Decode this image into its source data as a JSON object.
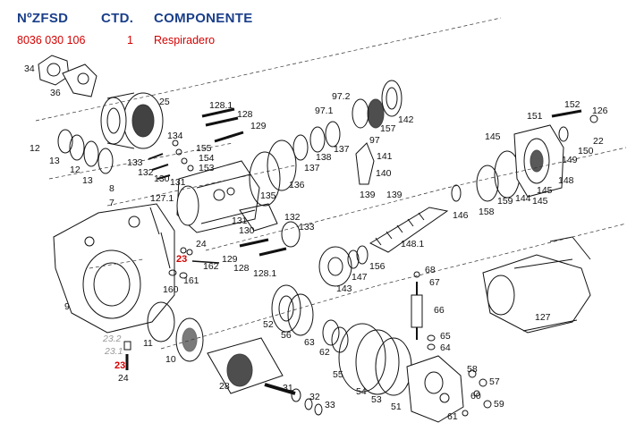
{
  "header": {
    "col_code": "NºZFSD",
    "col_qty": "CTD.",
    "col_component": "COMPONENTE"
  },
  "selected_part": {
    "code": "8036 030 106",
    "qty": "1",
    "component": "Respiradero"
  },
  "highlight_color": "#d40000",
  "header_color": "#1a3f8a",
  "part_labels": {
    "p34": "34",
    "p36": "36",
    "p25": "25",
    "p12a": "12",
    "p13a": "13",
    "p12b": "12",
    "p13b": "13",
    "p133a": "133",
    "p132a": "132",
    "p130": "130",
    "p131a": "131",
    "p134": "134",
    "p155": "155",
    "p154": "154",
    "p153": "153",
    "p128_1a": "128.1",
    "p128a": "128",
    "p129a": "129",
    "p97_2": "97.2",
    "p97_1": "97.1",
    "p142": "142",
    "p157": "157",
    "p137a": "137",
    "p138": "138",
    "p137b": "137",
    "p97": "97",
    "p141": "141",
    "p140": "140",
    "p139a": "139",
    "p139b": "139",
    "p8": "8",
    "p7": "7",
    "p127_1": "127.1",
    "p135": "135",
    "p136": "136",
    "p131b": "131",
    "p130b": "130",
    "p132b": "132",
    "p133b": "133",
    "p148_1": "148.1",
    "p146": "146",
    "p158": "158",
    "p159": "159",
    "p145a": "145",
    "p151": "151",
    "p152": "152",
    "p126": "126",
    "p22": "22",
    "p149": "149",
    "p150": "150",
    "p148": "148",
    "p144": "144",
    "p145b": "145",
    "p145c": "145",
    "p24a": "24",
    "p23a": "23",
    "p162": "162",
    "p129b": "129",
    "p128b": "128",
    "p128_1b": "128.1",
    "p160": "160",
    "p161": "161",
    "p9": "9",
    "p147": "147",
    "p156": "156",
    "p143": "143",
    "p68": "68",
    "p67": "67",
    "p66": "66",
    "p65": "65",
    "p64": "64",
    "p127": "127",
    "p52": "52",
    "p56": "56",
    "p63": "63",
    "p62": "62",
    "p11": "11",
    "p10": "10",
    "p23_2": "23.2",
    "p23_1": "23.1",
    "p23b": "23",
    "p24b": "24",
    "p28": "28",
    "p31": "31",
    "p32": "32",
    "p33": "33",
    "p55": "55",
    "p54": "54",
    "p53": "53",
    "p51": "51",
    "p58": "58",
    "p57": "57",
    "p60": "60",
    "p59": "59",
    "p61": "61"
  }
}
